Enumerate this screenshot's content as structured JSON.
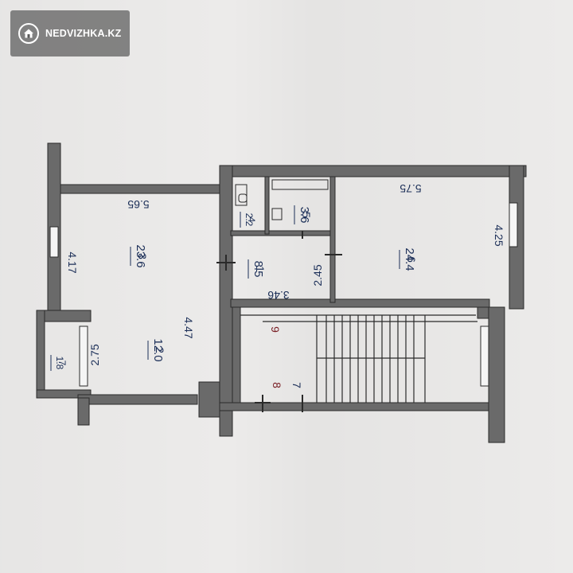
{
  "watermark": {
    "brand": "NEDVIZHKA.KZ",
    "icon": "house-icon"
  },
  "colors": {
    "wall": "#6a6a6a",
    "line": "#2a2a2a",
    "label": "#1c2f58",
    "stair_label": "#7a2026",
    "paper": "#ecebea"
  },
  "plan": {
    "rooms": [
      {
        "number": "1",
        "area": "8.5"
      },
      {
        "number": "2",
        "area": "12.0"
      },
      {
        "number": "3",
        "area": "23.6"
      },
      {
        "number": "4",
        "area": "2.2"
      },
      {
        "number": "5",
        "area": "3.6"
      },
      {
        "number": "6",
        "area": "24.4"
      },
      {
        "number": "7",
        "area": "1.8"
      }
    ],
    "dimensions": {
      "d_5_65": "5.65",
      "d_4_17": "4.17",
      "d_4_47": "4.47",
      "d_2_75": "2.75",
      "d_3_46": "3.46",
      "d_2_45": "2.45",
      "d_5_75": "5.75",
      "d_4_25": "4.25"
    },
    "stair_marks": {
      "m9": "9",
      "m8": "8",
      "m7": "7"
    }
  }
}
